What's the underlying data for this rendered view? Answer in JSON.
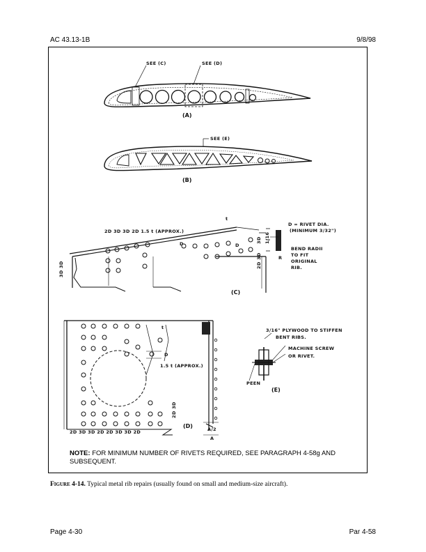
{
  "header": {
    "doc_id": "AC 43.13-1B",
    "date": "9/8/98"
  },
  "figure": {
    "labels": {
      "see_c": "SEE (C)",
      "see_d": "SEE (D)",
      "see_e": "SEE (E)",
      "view_a": "(A)",
      "view_b": "(B)",
      "view_c": "(C)",
      "view_d": "(D)",
      "view_e": "(E)",
      "spacing_c": "2D 3D  3D  2D 1.5 t (APPROX.)",
      "rivet_dia": "D = RIVET DIA.",
      "rivet_min": "(MINIMUM 3/32\")",
      "bend_radii": "BEND RADII",
      "to_fit": "TO FIT",
      "original": "ORIGINAL",
      "rib": "RIB.",
      "t_mark": "t",
      "d_mark": "D",
      "dim_3d3d": "3D 3D",
      "dim_2d3d": "2D 3D",
      "dim_3d": "3D",
      "r_mark": "R",
      "frac_116": "1/16",
      "approx_d": "1.5 t (APPROX.)",
      "spacing_d": "2D 3D  3D  2D 2D 3D 3D  2D",
      "dim_2d3d_d": "2D 3D",
      "a_mark": "A",
      "a_half": "A/2",
      "plywood": "3/16\" PLYWOOD TO STIFFEN",
      "bent_ribs": "BENT RIBS.",
      "machine_screw": "MACHINE SCREW",
      "or_rivet": "OR RIVET.",
      "peen": "PEEN"
    },
    "note_label": "NOTE:",
    "note_text": "FOR MINIMUM NUMBER OF RIVETS REQUIRED, SEE PARAGRAPH 4-58g AND SUBSEQUENT."
  },
  "caption": {
    "label": "Figure 4-14.",
    "text": "Typical metal rib repairs (usually found on small and medium-size aircraft)."
  },
  "footer": {
    "page": "Page 4-30",
    "par": "Par 4-58"
  }
}
